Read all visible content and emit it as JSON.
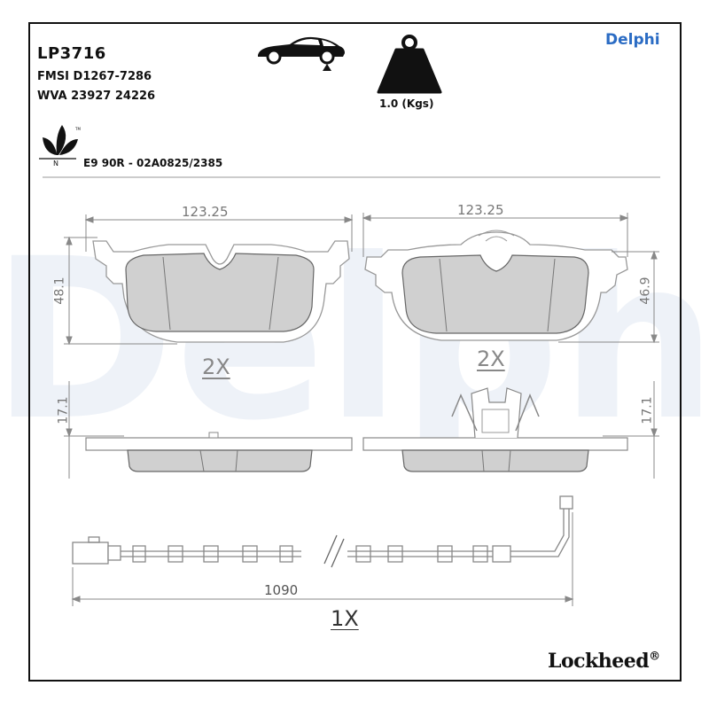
{
  "header": {
    "part_number": "LP3716",
    "fmsi": "FMSI D1267-7286",
    "wva": "WVA 23927 24226",
    "weight": "1.0 (Kgs)",
    "approval": "E9 90R - 02A0825/2385",
    "brand": "Delphi",
    "footer_brand": "Lockheed",
    "footer_reg": "®",
    "leaf_label": "N"
  },
  "icons": {
    "car": "car-axle-icon",
    "weight": "weight-icon",
    "eco": "eco-leaf-icon"
  },
  "drawing": {
    "pad_left_width": "123.25",
    "pad_right_width": "123.25",
    "pad_left_height": "48.1",
    "pad_right_height": "46.9",
    "pad_thickness_left": "17.1",
    "pad_thickness_right": "17.1",
    "pads_qty_left": "2X",
    "pads_qty_right": "2X",
    "sensor_length": "1090",
    "sensor_qty": "1X"
  },
  "watermark": "Delphi",
  "colors": {
    "brand_blue": "#2b6cc4",
    "pad_fill": "#d0d0d0",
    "watermark": "#eef2f8"
  }
}
